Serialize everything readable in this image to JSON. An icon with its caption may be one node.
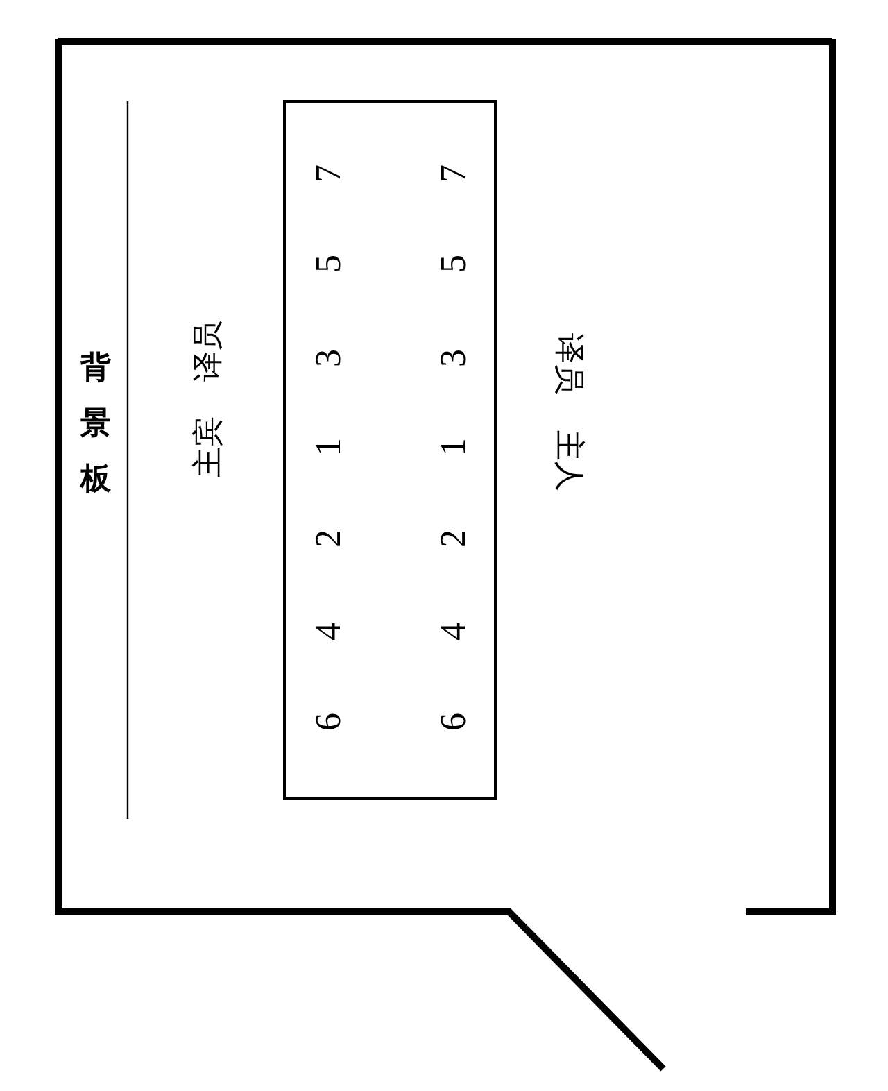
{
  "diagram": {
    "labels": [
      "背景板",
      "译员",
      "主宾",
      "7",
      "5",
      "3",
      "1",
      "2",
      "4",
      "6",
      "7",
      "5",
      "3",
      "1",
      "2",
      "4",
      "6",
      "译员",
      "主人"
    ]
  }
}
